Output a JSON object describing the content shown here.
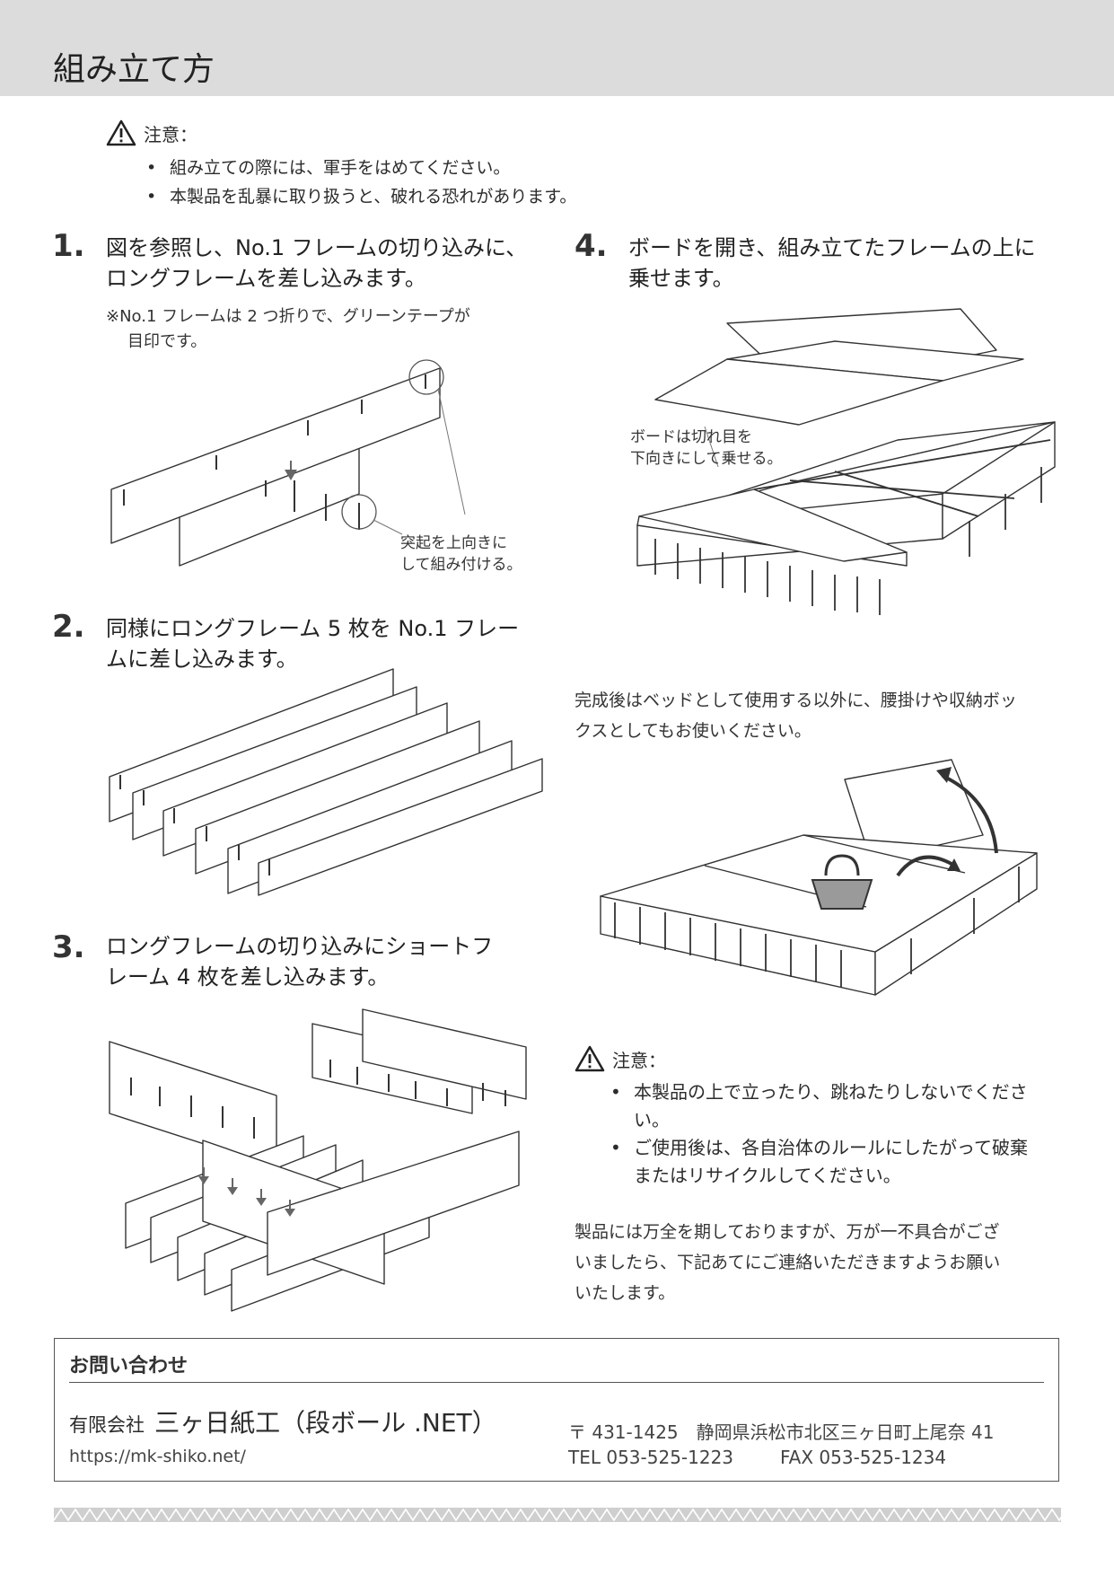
{
  "page": {
    "title": "組み立て方"
  },
  "caution_top": {
    "heading": "注意：",
    "items": [
      "組み立ての際には、軍手をはめてください。",
      "本製品を乱暴に取り扱うと、破れる恐れがあります。"
    ]
  },
  "steps": [
    {
      "number": "1.",
      "lines": [
        "図を参照し、No.1 フレームの切り込みに、",
        "ロングフレームを差し込みます。"
      ],
      "note_lines": [
        "※No.1 フレームは 2 つ折りで、グリーンテープが",
        "目印です。"
      ],
      "callout_lines": [
        "突起を上向きに",
        "して組み付ける。"
      ]
    },
    {
      "number": "2.",
      "lines": [
        "同様にロングフレーム 5 枚を No.1 フレー",
        "ムに差し込みます。"
      ]
    },
    {
      "number": "3.",
      "lines": [
        "ロングフレームの切り込みにショートフ",
        "レーム 4 枚を差し込みます。"
      ]
    },
    {
      "number": "4.",
      "lines": [
        "ボードを開き、組み立てたフレームの上に",
        "乗せます。"
      ],
      "callout_lines": [
        "ボードは切れ目を",
        "下向きにして乗せる。"
      ]
    }
  ],
  "completion_text": [
    "完成後はベッドとして使用する以外に、腰掛けや収納ボッ",
    "クスとしてもお使いください。"
  ],
  "caution_bottom": {
    "heading": "注意：",
    "items": [
      [
        "本製品の上で立ったり、跳ねたりしないでくださ",
        "い。"
      ],
      [
        "ご使用後は、各自治体のルールにしたがって破棄",
        "またはリサイクルしてください。"
      ]
    ]
  },
  "closing_text": [
    "製品には万全を期しておりますが、万が一不具合がござ",
    "いましたら、下記あてにご連絡いただきますようお願い",
    "いたします。"
  ],
  "contact": {
    "heading": "お問い合わせ",
    "company_prefix": "有限会社",
    "company_name": "三ヶ日紙工（段ボール .NET）",
    "url": "https://mk-shiko.net/",
    "postal_address": "〒 431-1425　静岡県浜松市北区三ヶ日町上尾奈 41",
    "tel": "TEL 053-525-1223",
    "fax": "FAX 053-525-1234"
  },
  "icons": [
    "warning-triangle-icon",
    "bag-icon",
    "curved-arrow-icon"
  ]
}
